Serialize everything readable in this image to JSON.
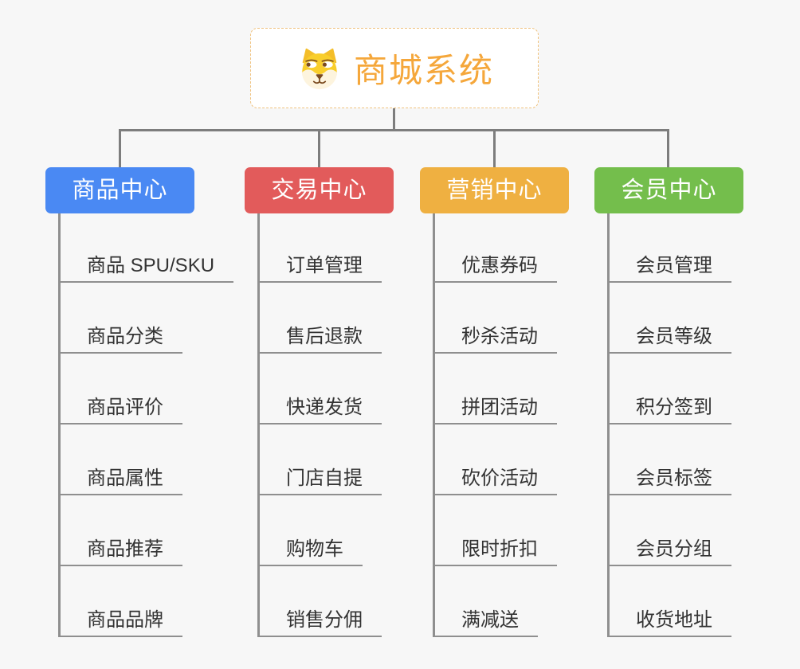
{
  "root": {
    "title": "商城系统",
    "icon": "dog-face-icon",
    "accent_color": "#f5a73b",
    "border_color": "#f0c27e"
  },
  "branches": [
    {
      "label": "商品中心",
      "color": "#4a89f3",
      "items": [
        "商品 SPU/SKU",
        "商品分类",
        "商品评价",
        "商品属性",
        "商品推荐",
        "商品品牌"
      ]
    },
    {
      "label": "交易中心",
      "color": "#e25b5b",
      "items": [
        "订单管理",
        "售后退款",
        "快递发货",
        "门店自提",
        "购物车",
        "销售分佣"
      ]
    },
    {
      "label": "营销中心",
      "color": "#efb041",
      "items": [
        "优惠券码",
        "秒杀活动",
        "拼团活动",
        "砍价活动",
        "限时折扣",
        "满减送"
      ]
    },
    {
      "label": "会员中心",
      "color": "#74be4c",
      "items": [
        "会员管理",
        "会员等级",
        "积分签到",
        "会员标签",
        "会员分组",
        "收货地址"
      ]
    }
  ],
  "style_tokens": {
    "connector_color": "#7d7d7d",
    "item_line_color": "#8f8f8f",
    "item_text_color": "#333333",
    "background_color": "#f7f7f7"
  }
}
